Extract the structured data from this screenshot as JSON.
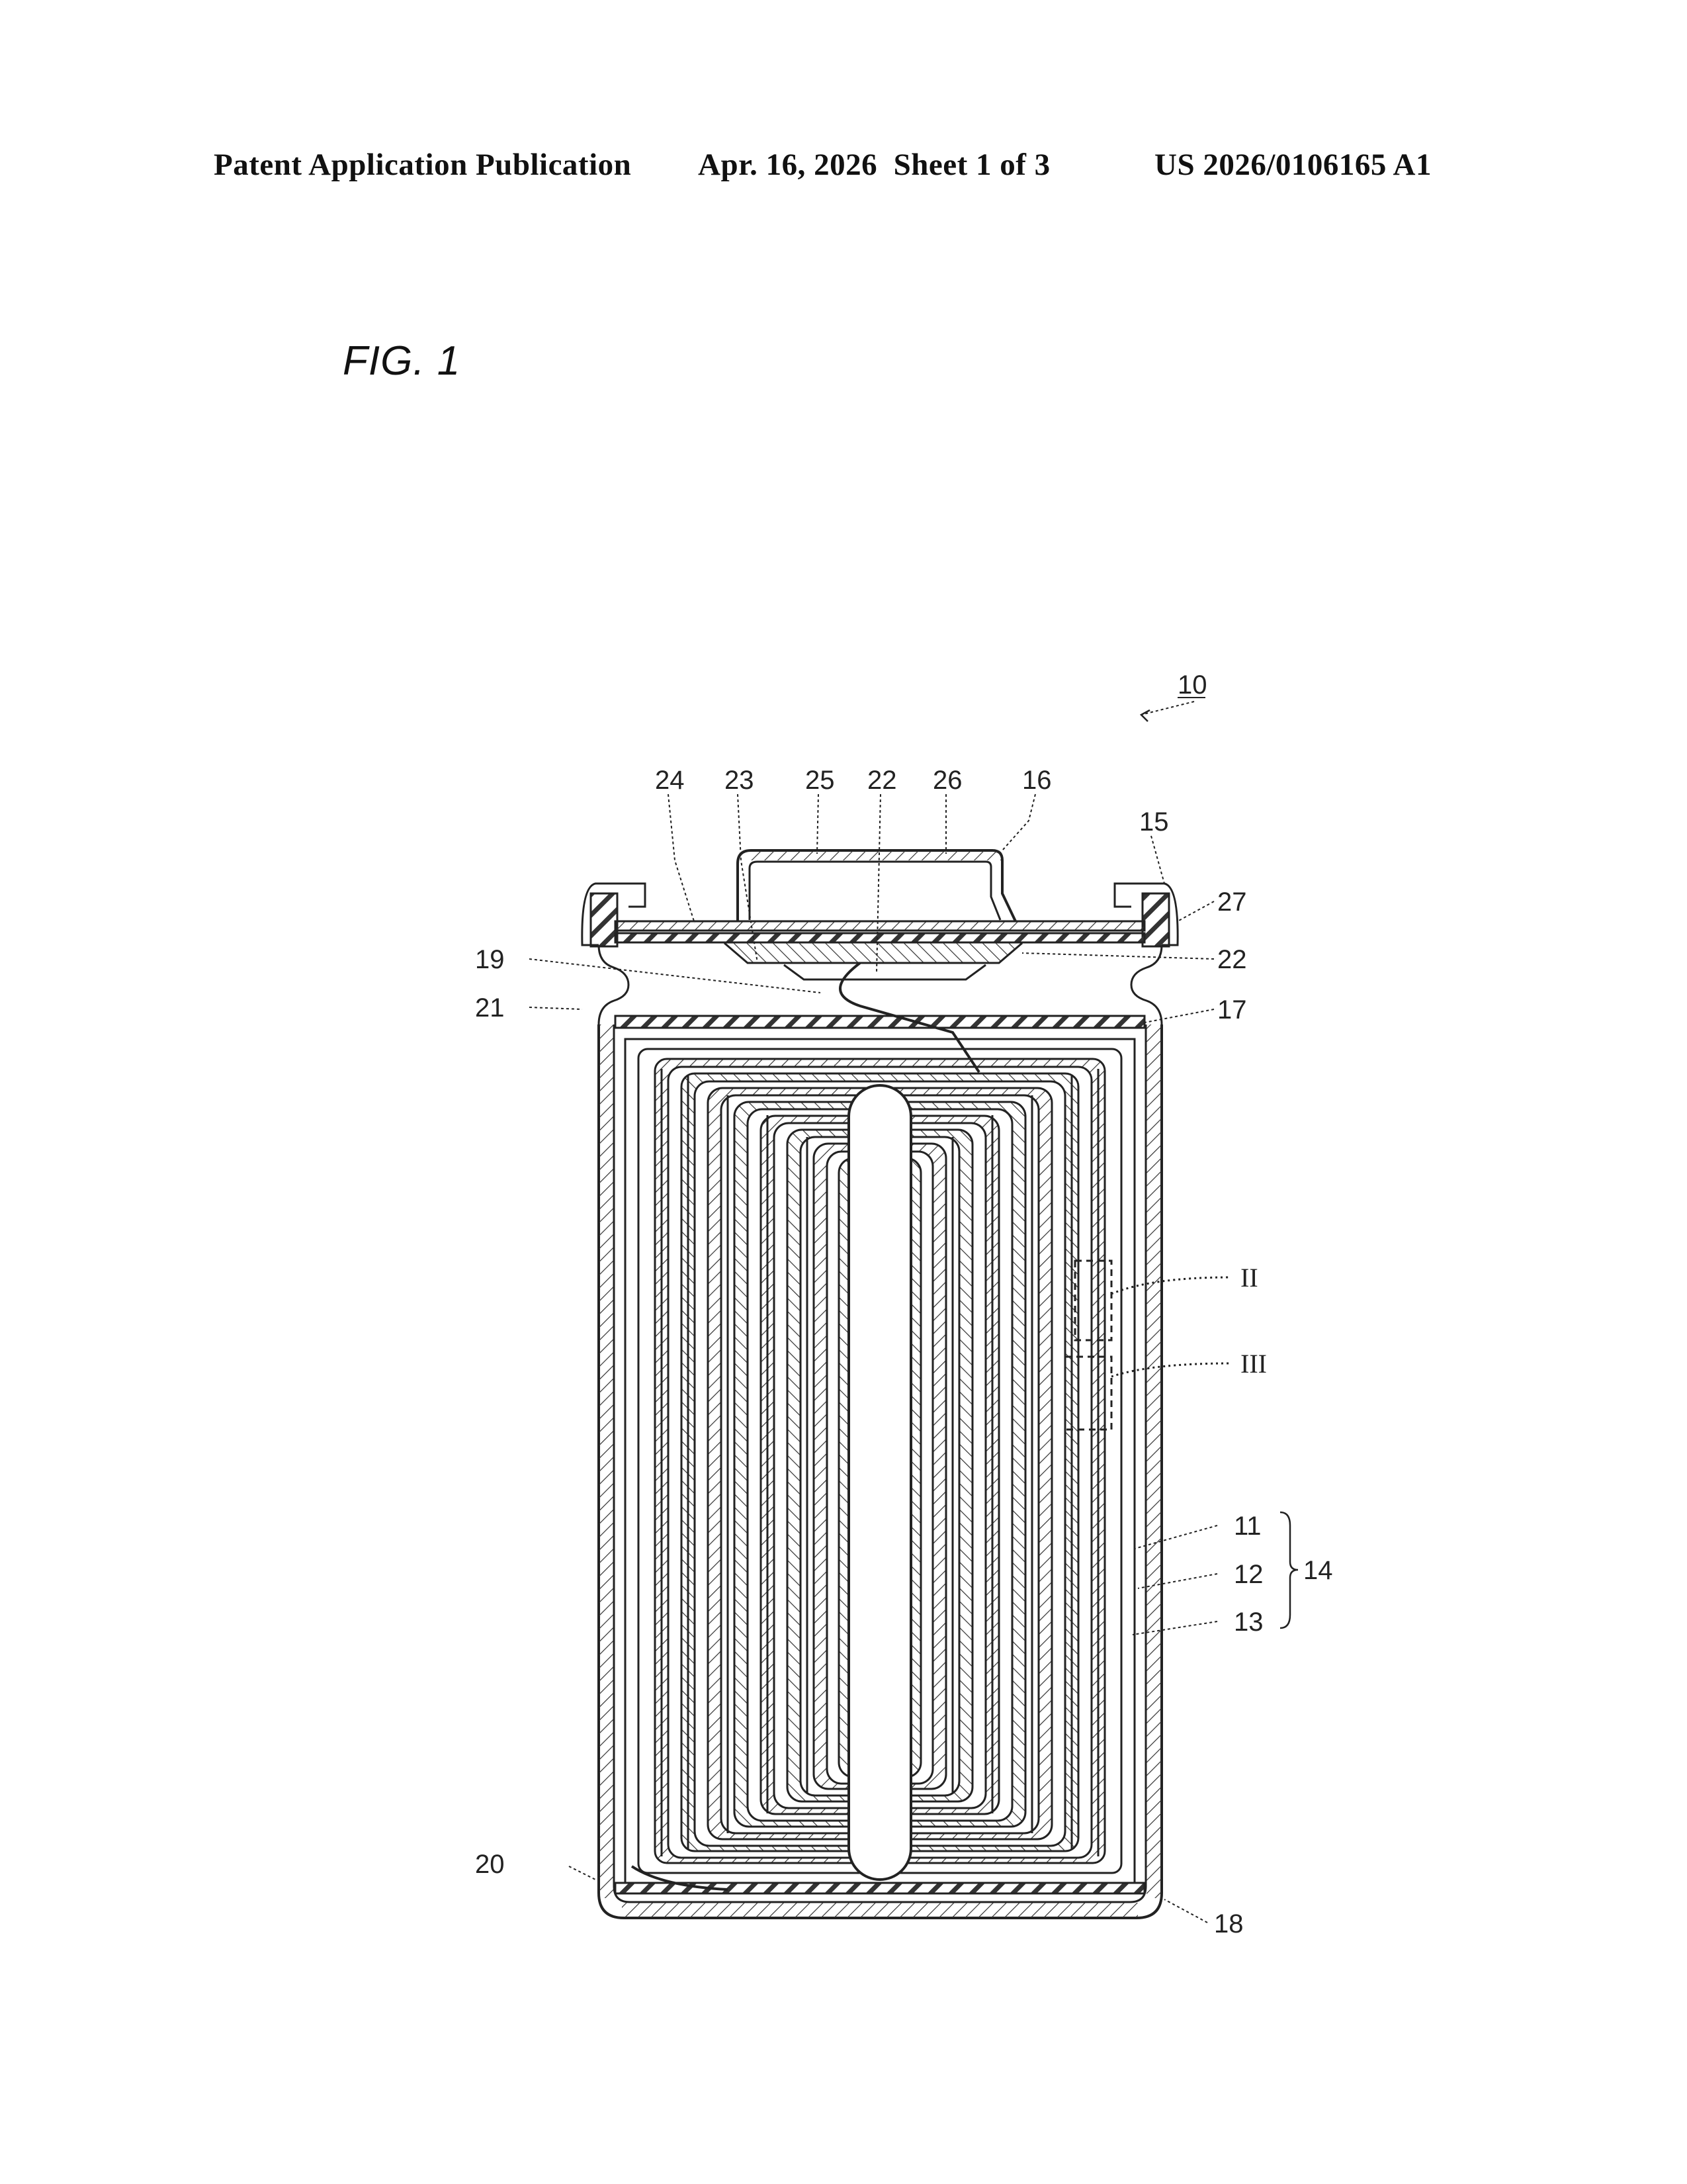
{
  "header": {
    "left": "Patent Application Publication",
    "center": "Apr. 16, 2026  Sheet 1 of 3",
    "right": "US 2026/0106165 A1"
  },
  "figure": {
    "label": "FIG. 1",
    "refs": {
      "r10": "10",
      "r24": "24",
      "r23": "23",
      "r25": "25",
      "r22a": "22",
      "r26": "26",
      "r16": "16",
      "r15": "15",
      "r27": "27",
      "r22b": "22",
      "r19": "19",
      "r21": "21",
      "r17": "17",
      "rII": "II",
      "rIII": "III",
      "r11": "11",
      "r12": "12",
      "r13": "13",
      "r14": "14",
      "r20": "20",
      "r18": "18"
    }
  }
}
